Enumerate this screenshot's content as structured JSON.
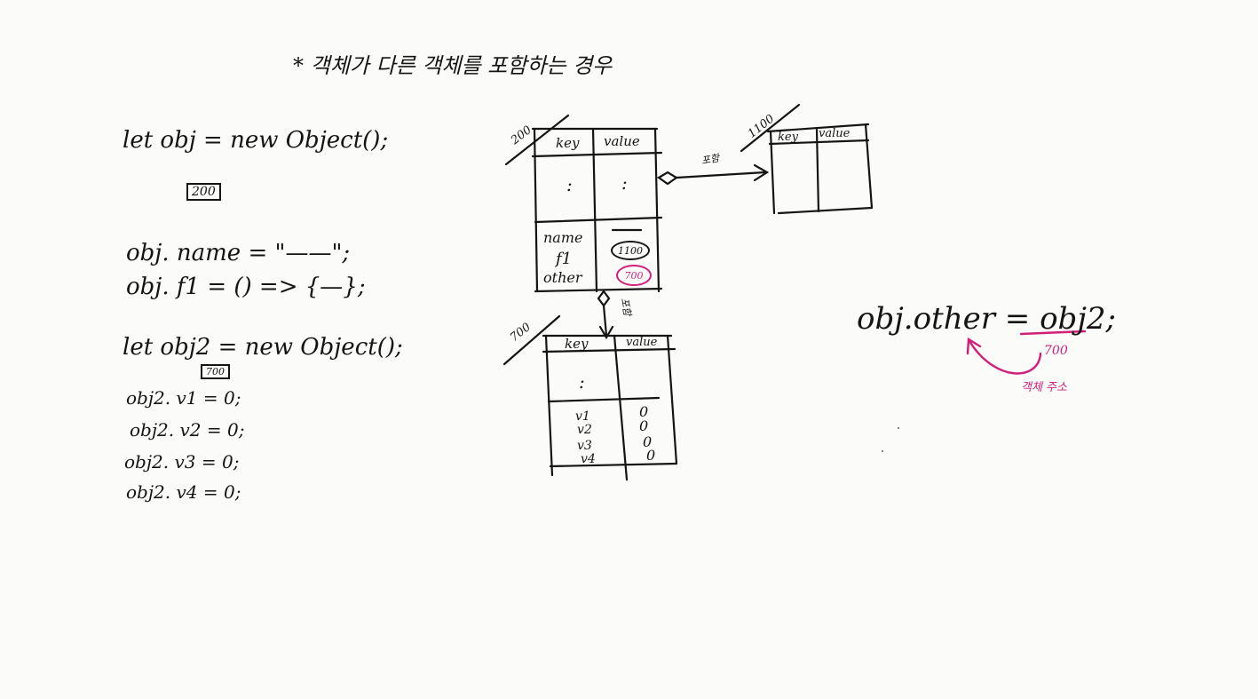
{
  "title": "* 객체가 다른 객체를 포함하는 경우",
  "code": {
    "line1": "let obj = new Object();",
    "addr1": "200",
    "line2": "obj. name = \"——\";",
    "line3": "obj. f1 = () => {—};",
    "line4": "let obj2 = new Object();",
    "addr2": "700",
    "line5": "obj2. v1 = 0;",
    "line6": "obj2. v2 = 0;",
    "line7": "obj2. v3 = 0;",
    "line8": "obj2. v4 = 0;"
  },
  "table_main": {
    "address": "200",
    "header_key": "key",
    "header_value": "value",
    "dots_key": ":",
    "dots_value": ":",
    "row1_key": "name",
    "row2_key": "f1",
    "row2_value": "1100",
    "row3_key": "other",
    "row3_value": "700"
  },
  "table_f1": {
    "address": "1100",
    "header_key": "key",
    "header_value": "value",
    "relation_label": "포함"
  },
  "table_obj2": {
    "address": "700",
    "header_key": "key",
    "header_value": "value",
    "dots_key": ":",
    "relation_label": "포함",
    "rows": [
      {
        "key": "v1",
        "value": "0"
      },
      {
        "key": "v2",
        "value": "0"
      },
      {
        "key": "v3",
        "value": "0"
      },
      {
        "key": "v4",
        "value": "0"
      }
    ]
  },
  "assignment": {
    "statement": "obj.other = obj2;",
    "address": "700",
    "note": "객체 주소"
  },
  "colors": {
    "ink": "#141414",
    "highlight": "#d0207a",
    "paper": "#fbfbfa"
  }
}
